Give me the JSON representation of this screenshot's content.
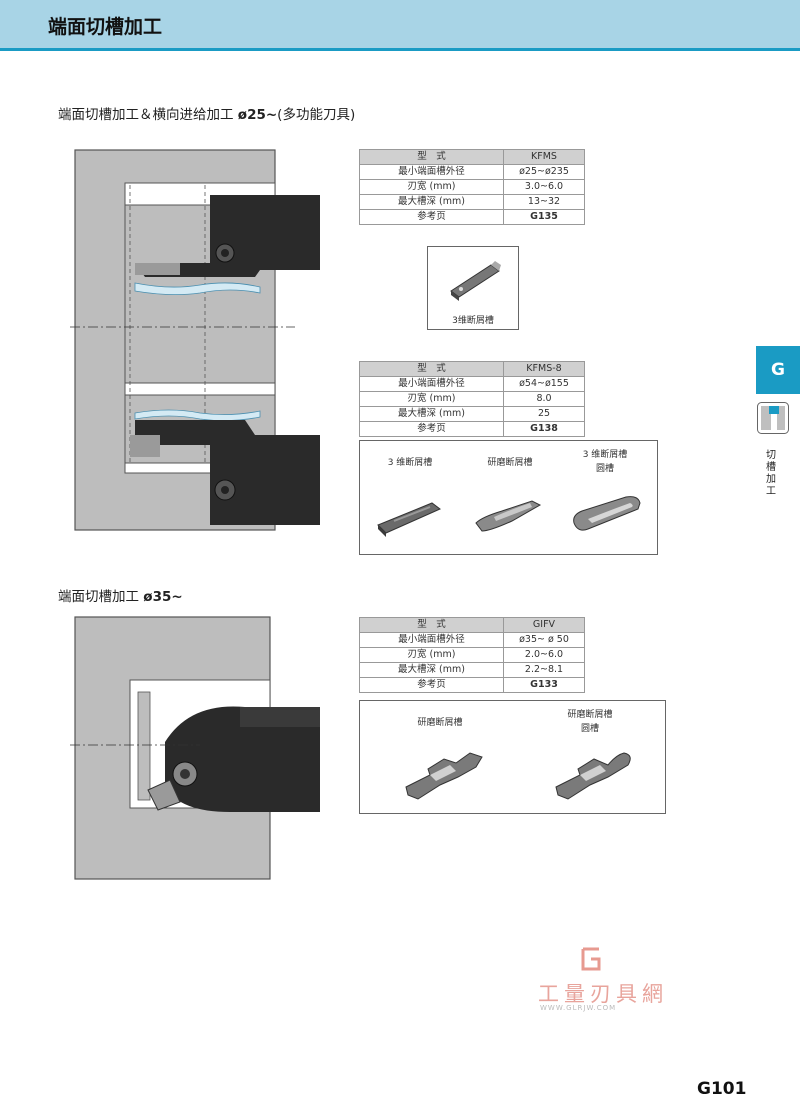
{
  "header": {
    "title": "端面切槽加工"
  },
  "section1": {
    "title_prefix": "端面切槽加工＆横向进给加工 ",
    "title_bold": "ø25~",
    "title_suffix": "(多功能刀具)"
  },
  "section2": {
    "title_prefix": "端面切槽加工 ",
    "title_bold": "ø35~"
  },
  "tables": {
    "kfms": {
      "header": [
        "型　式",
        "KFMS"
      ],
      "rows": [
        [
          "最小端面槽外径",
          "ø25~ø235"
        ],
        [
          "刃宽 (mm)",
          "3.0~6.0"
        ],
        [
          "最大槽深 (mm)",
          "13~32"
        ],
        [
          "参考页",
          "G135"
        ]
      ]
    },
    "kfms8": {
      "header": [
        "型　式",
        "KFMS-8"
      ],
      "rows": [
        [
          "最小端面槽外径",
          "ø54~ø155"
        ],
        [
          "刃宽 (mm)",
          "8.0"
        ],
        [
          "最大槽深 (mm)",
          "25"
        ],
        [
          "参考页",
          "G138"
        ]
      ]
    },
    "gifv": {
      "header": [
        "型　式",
        "GIFV"
      ],
      "rows": [
        [
          "最小端面槽外径",
          "ø35~ ø 50"
        ],
        [
          "刃宽 (mm)",
          "2.0~6.0"
        ],
        [
          "最大槽深 (mm)",
          "2.2~8.1"
        ],
        [
          "参考页",
          "G133"
        ]
      ]
    }
  },
  "insert_boxes": {
    "kfms": {
      "label": "3维断屑槽"
    },
    "kfms8": {
      "labels": [
        "3 维断屑槽",
        "研磨断屑槽",
        "3 维断屑槽",
        "圆槽"
      ]
    },
    "gifv": {
      "labels": [
        "研磨断屑槽",
        "研磨断屑槽",
        "圆槽"
      ]
    }
  },
  "side_tab": {
    "letter": "G",
    "vertical_text": "切槽加工"
  },
  "watermark": {
    "text": "工量刃具網",
    "url": "WWW.GLRJW.COM"
  },
  "page_number": "G101",
  "colors": {
    "header_bg": "#a8d4e6",
    "accent": "#1a9bc4",
    "workpiece": "#bdbdbd",
    "tool": "#2a2a2a"
  }
}
